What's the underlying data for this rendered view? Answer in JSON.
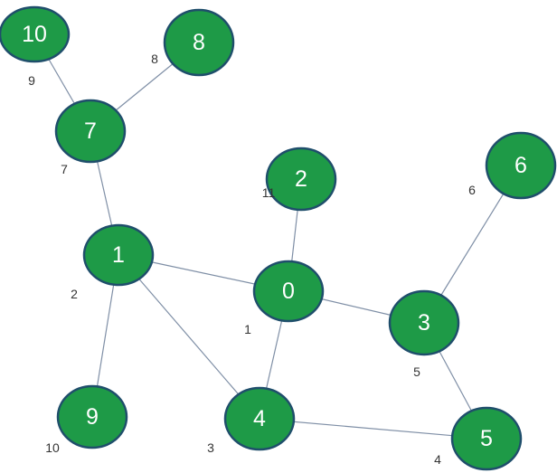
{
  "graph": {
    "colors": {
      "node_fill": "#1e9a47",
      "node_stroke": "#1f4e6b",
      "edge": "#7f8fa6",
      "side_label": "#333333"
    },
    "nodes": [
      {
        "id": "10",
        "label": "10",
        "side_label": "9"
      },
      {
        "id": "8",
        "label": "8",
        "side_label": "8"
      },
      {
        "id": "7",
        "label": "7",
        "side_label": "7"
      },
      {
        "id": "2",
        "label": "2",
        "side_label": "11"
      },
      {
        "id": "6",
        "label": "6",
        "side_label": "6"
      },
      {
        "id": "1",
        "label": "1",
        "side_label": "2"
      },
      {
        "id": "0",
        "label": "0",
        "side_label": "1"
      },
      {
        "id": "3",
        "label": "3",
        "side_label": "5"
      },
      {
        "id": "9",
        "label": "9",
        "side_label": "10"
      },
      {
        "id": "4",
        "label": "4",
        "side_label": "3"
      },
      {
        "id": "5",
        "label": "5",
        "side_label": "4"
      }
    ],
    "edges": [
      {
        "from": "10",
        "to": "7"
      },
      {
        "from": "8",
        "to": "7"
      },
      {
        "from": "7",
        "to": "1"
      },
      {
        "from": "1",
        "to": "0"
      },
      {
        "from": "1",
        "to": "9"
      },
      {
        "from": "1",
        "to": "4"
      },
      {
        "from": "2",
        "to": "0"
      },
      {
        "from": "0",
        "to": "4"
      },
      {
        "from": "0",
        "to": "3"
      },
      {
        "from": "6",
        "to": "3"
      },
      {
        "from": "3",
        "to": "5"
      },
      {
        "from": "4",
        "to": "5"
      }
    ]
  }
}
